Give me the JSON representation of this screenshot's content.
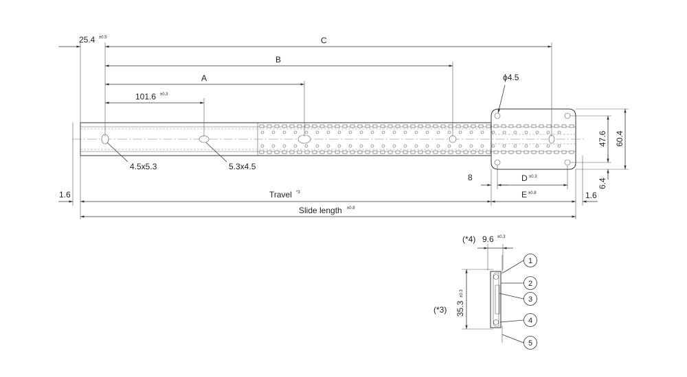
{
  "dimensions": {
    "c_label": "C",
    "b_label": "B",
    "a_label": "A",
    "front_offset": "25.4",
    "front_offset_tol": "±0.5",
    "pitch": "101.6",
    "pitch_tol": "±0.3",
    "hole_dia": "ϕ4.5",
    "hole_slot_1": "4.5x5.3",
    "hole_slot_2": "5.3x4.5",
    "height_47": "47.6",
    "height_60": "60.4",
    "height_64": "6.4",
    "bracket_8": "8",
    "d_label": "D",
    "d_tol": "±0.3",
    "e_label": "E",
    "e_tol": "±0.8",
    "end_left": "1.6",
    "end_right": "1.6",
    "travel_label": "Travel",
    "travel_note": "*3",
    "slide_length_label": "Slide length",
    "slide_length_tol": "±0.8"
  },
  "section": {
    "note_4": "(*4)",
    "width": "9.6",
    "width_tol": "±0.3",
    "note_3": "(*3)",
    "height": "35.3",
    "height_tol": "±0.3",
    "markers": [
      "1",
      "2",
      "3",
      "4",
      "5"
    ]
  }
}
